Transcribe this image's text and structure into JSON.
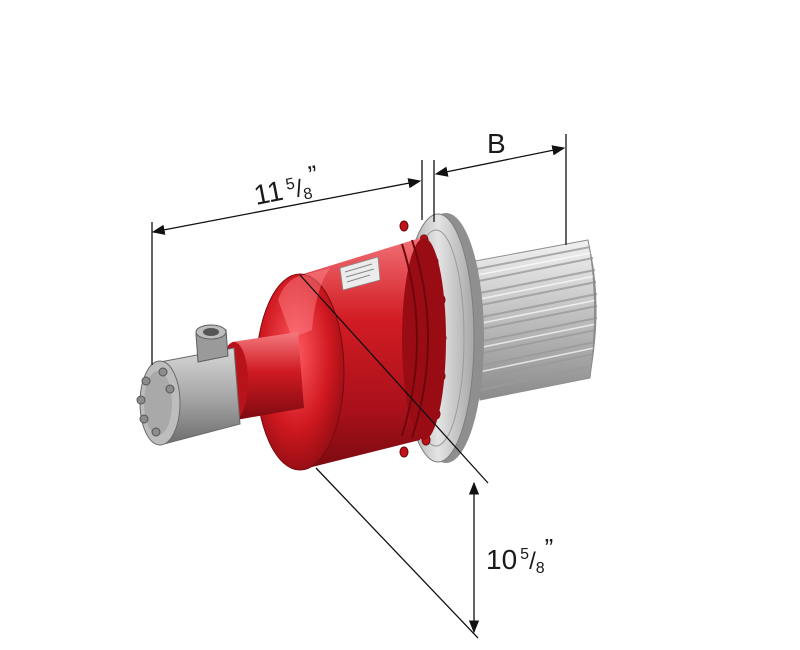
{
  "dimensions": {
    "length_whole": "11",
    "length_num": "5",
    "length_den": "8",
    "length_unit": "”",
    "width_label": "B",
    "height_whole": "10",
    "height_num": "5",
    "height_den": "8",
    "height_unit": "”"
  },
  "colors": {
    "body_red": "#c8141c",
    "body_red_dark": "#8e0a10",
    "body_red_light": "#ee5a5e",
    "flange_steel": "#c9c9c9",
    "fins_aluminum": "#d6d6d6",
    "housing_gray": "#a9a9a9",
    "dimension_line": "#111111"
  }
}
